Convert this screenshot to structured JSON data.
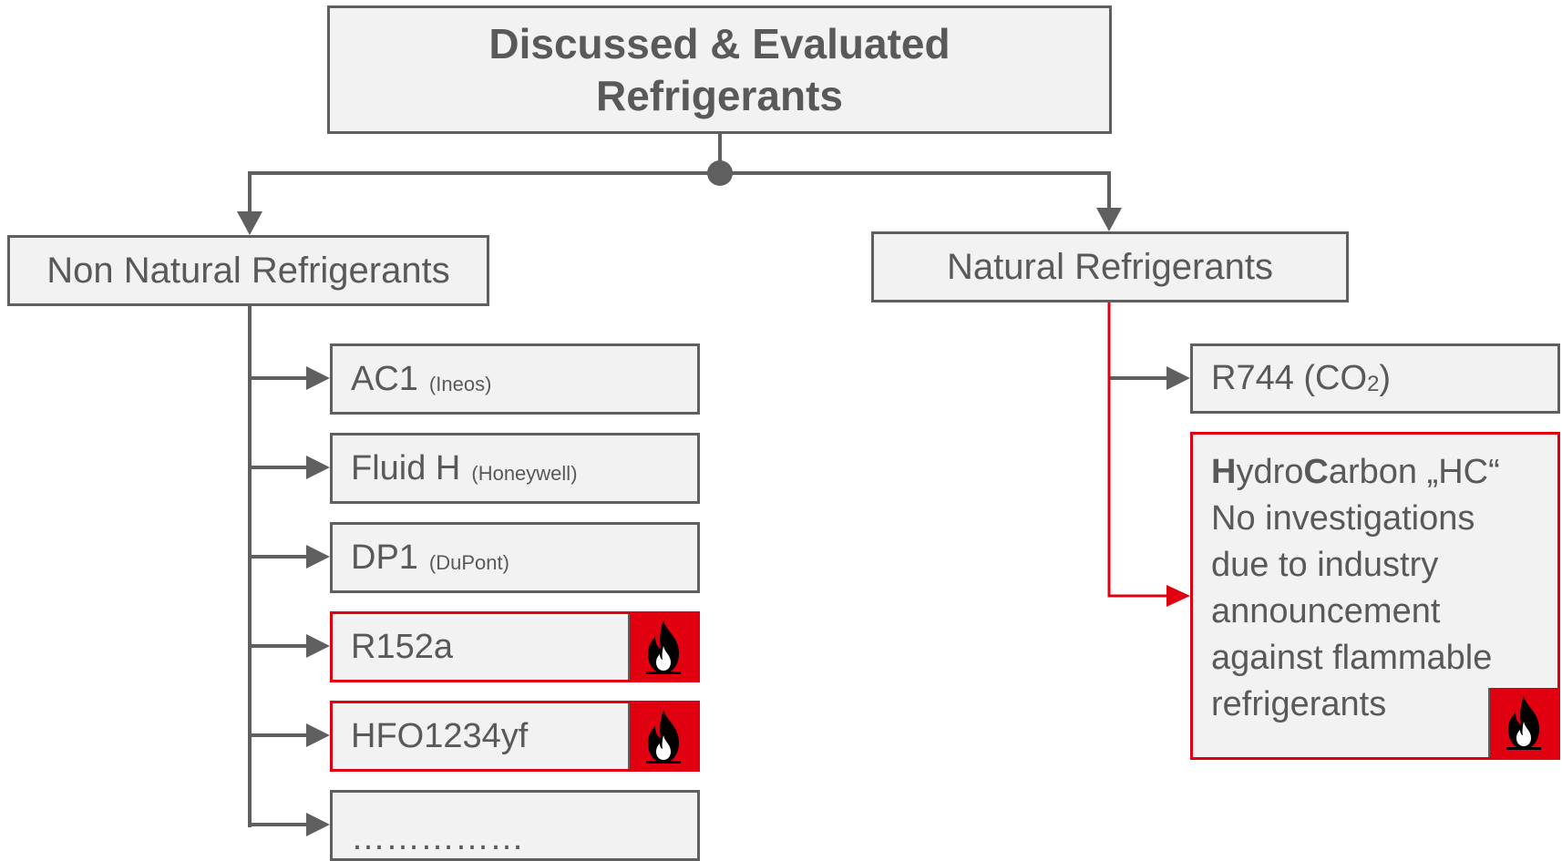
{
  "diagram": {
    "title_line1": "Discussed & Evaluated",
    "title_line2": "Refrigerants",
    "non_natural": {
      "label": "Non Natural Refrigerants",
      "items": [
        {
          "name": "AC1",
          "maker": "(Ineos)"
        },
        {
          "name": "Fluid H",
          "maker": "(Honeywell)"
        },
        {
          "name": "DP1",
          "maker": "(DuPont)"
        },
        {
          "name": "R152a",
          "maker": ""
        },
        {
          "name": "HFO1234yf",
          "maker": ""
        },
        {
          "name": "……………",
          "maker": ""
        }
      ]
    },
    "natural": {
      "label": "Natural Refrigerants",
      "r744_prefix": "R744 (CO",
      "r744_subscript": "2",
      "r744_suffix": ")",
      "hc": {
        "h": "H",
        "ydro": "ydro",
        "c": "C",
        "arbon": "arbon „HC“",
        "line2": "No investigations",
        "line3": "due to industry",
        "line4": "announcement",
        "line5": "against flammable",
        "line6": "refrigerants"
      }
    },
    "colors": {
      "box_fill": "#f2f2f2",
      "border_gray": "#5f5f5f",
      "flammable_red": "#e0000f",
      "text": "#595959"
    },
    "icons": [
      "flame-icon"
    ]
  }
}
